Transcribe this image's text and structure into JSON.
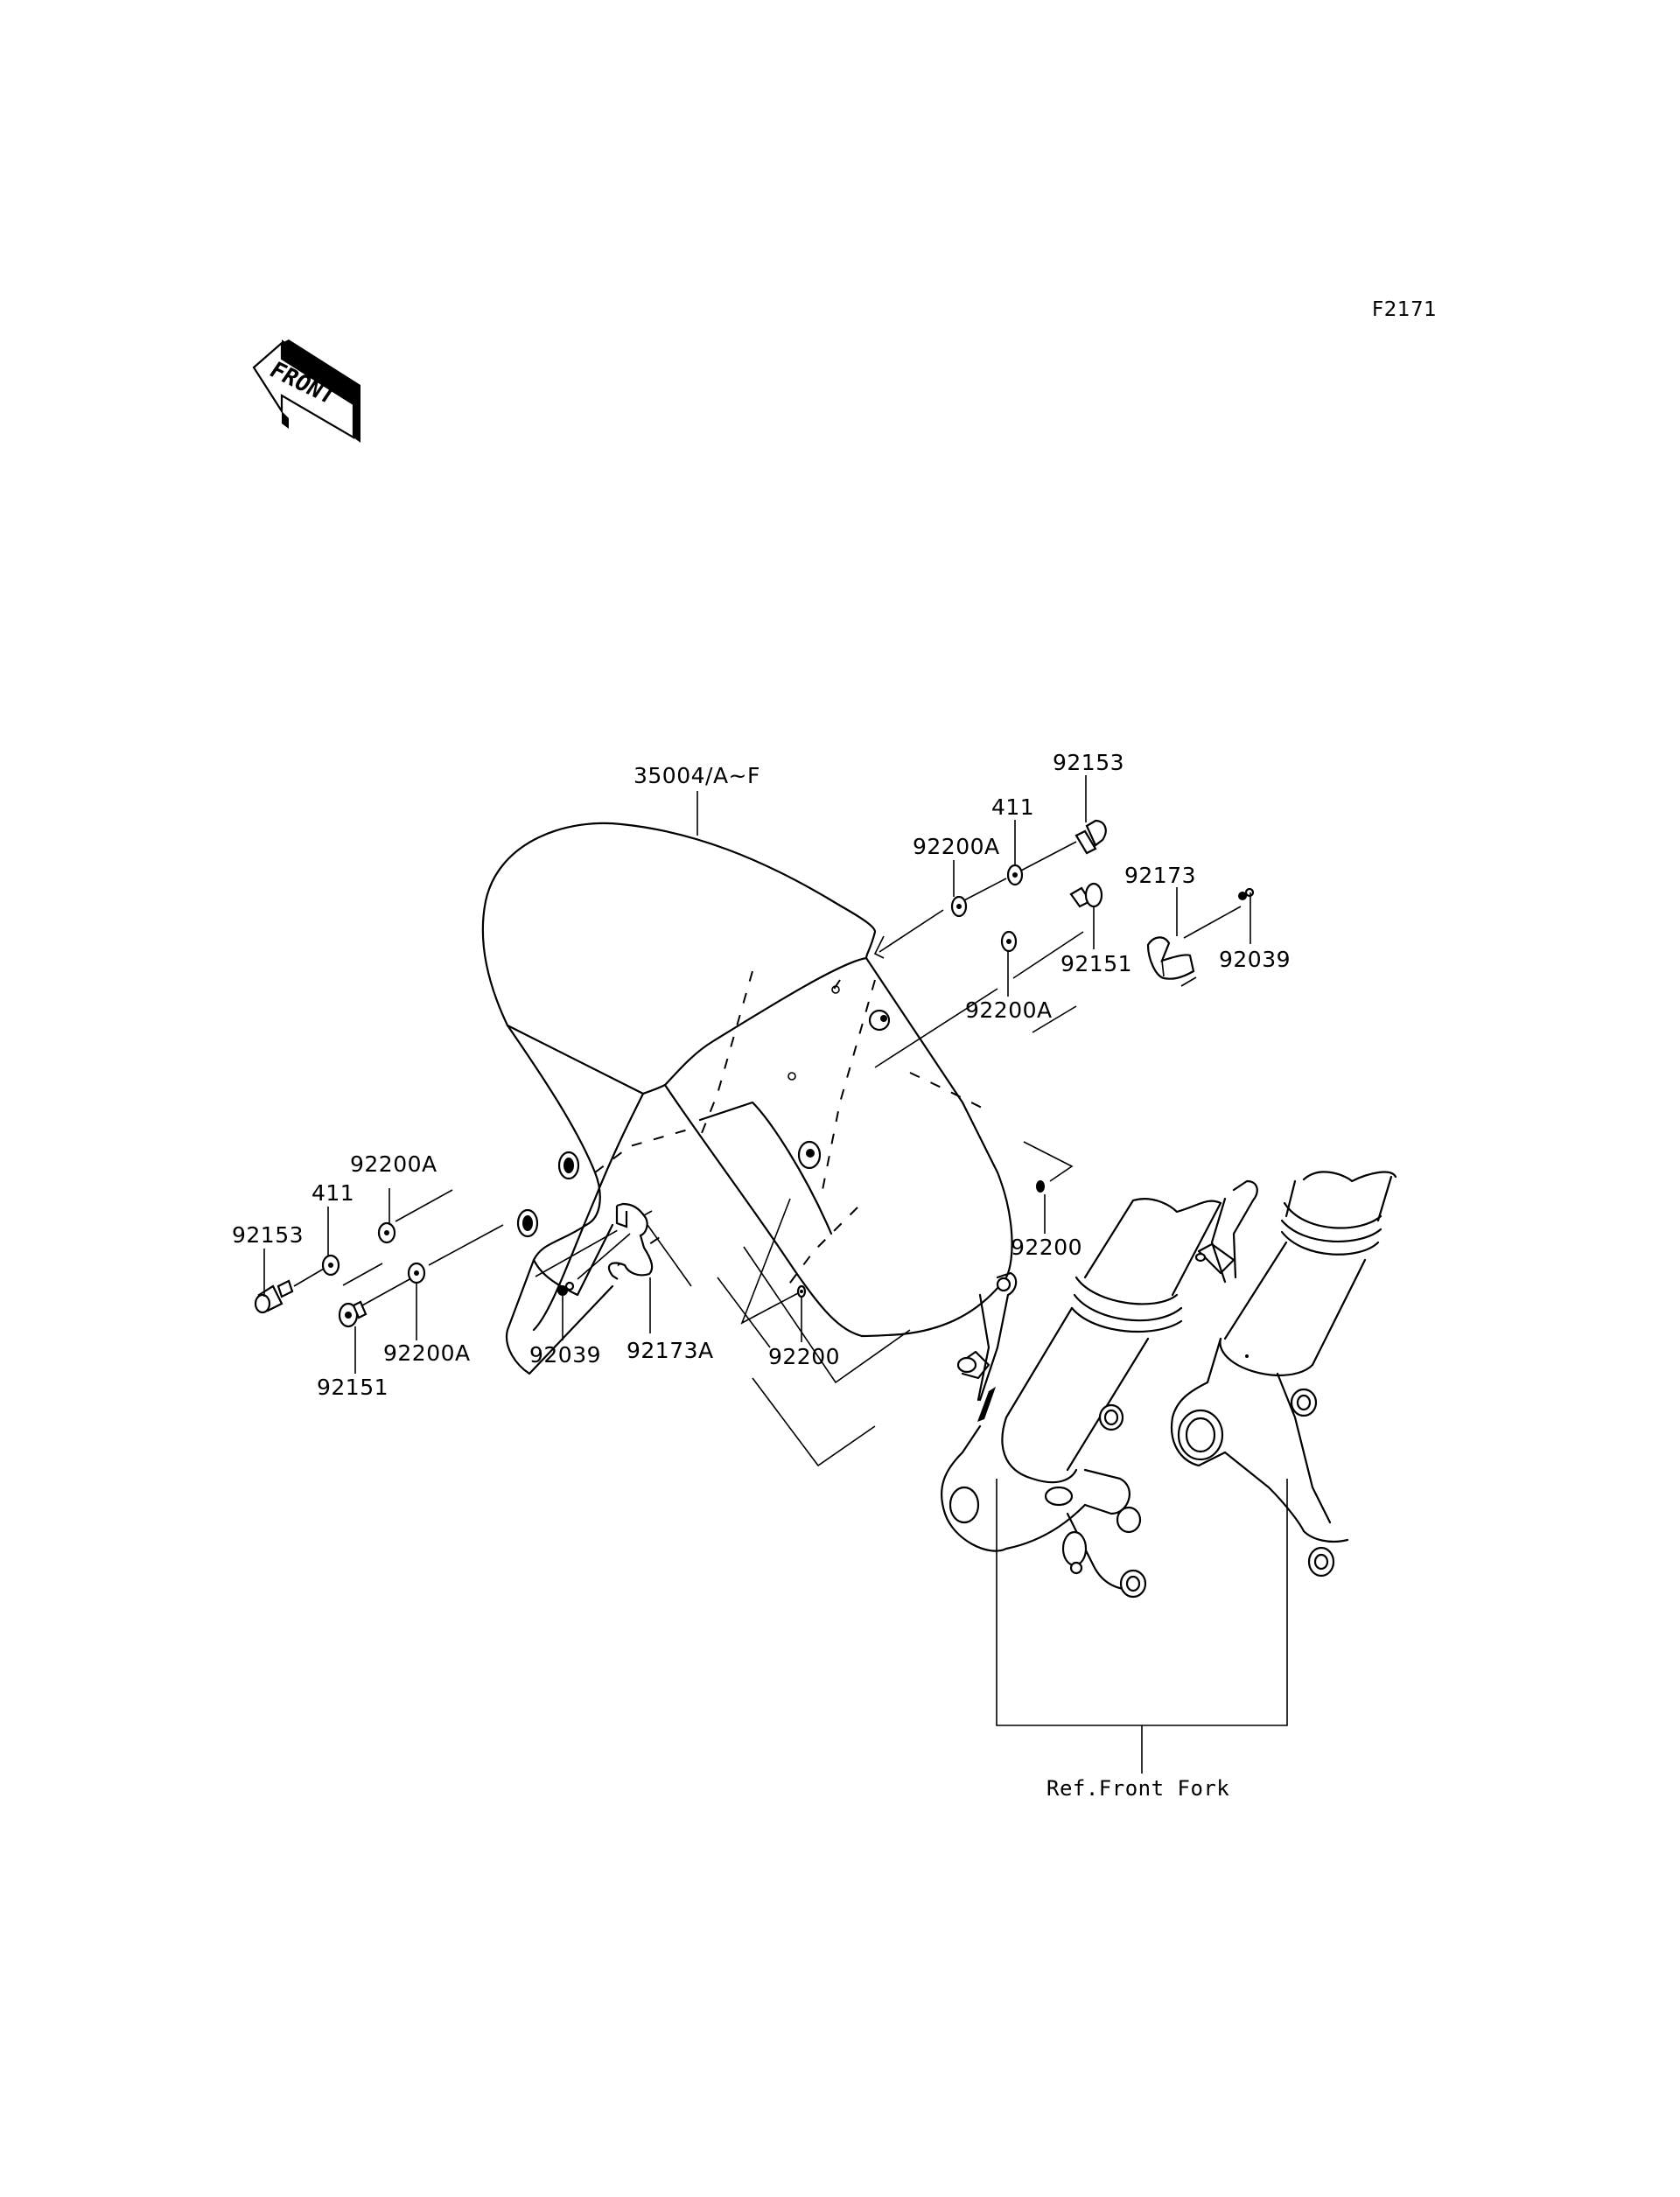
{
  "diagram": {
    "code": "F2171",
    "front_badge": "FRONT",
    "reference": "Ref.Front Fork",
    "ink_color": "#000000",
    "background_color": "#ffffff"
  },
  "callouts": {
    "fender": "35004/A~F",
    "bolt_top_right": "92153",
    "part_411_top": "411",
    "washer_top_a": "92200A",
    "washer_mid_a": "92200A",
    "bolt_92151_right": "92151",
    "clamp_right": "92173",
    "screw_right": "92039",
    "nut_right": "92200",
    "washer_left_a": "92200A",
    "part_411_left": "411",
    "bolt_left": "92153",
    "bolt_92151_left": "92151",
    "washer_left_low_a": "92200A",
    "screw_left": "92039",
    "clamp_left": "92173A",
    "nut_center": "92200"
  }
}
